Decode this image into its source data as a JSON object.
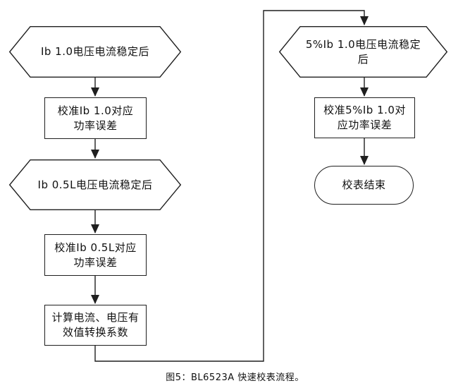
{
  "colors": {
    "line": "#1f1f1f",
    "background": "#ffffff",
    "text": "#111111"
  },
  "flowchart": {
    "nodes": {
      "ib10_ready": {
        "shape": "hexagon",
        "label": "Ib 1.0电压电流稳定后"
      },
      "cal_ib10": {
        "shape": "rect",
        "label": "校准Ib 1.0对应\n功率误差"
      },
      "ib05l_ready": {
        "shape": "hexagon",
        "label": "Ib 0.5L电压电流稳定后"
      },
      "cal_ib05l": {
        "shape": "rect",
        "label": "校准Ib 0.5L对应\n功率误差"
      },
      "calc_rms": {
        "shape": "rect",
        "label": "计算电流、电压有\n效值转换系数"
      },
      "ib5pct_ready": {
        "shape": "hexagon",
        "label": "5%Ib 1.0电压电流稳定\n后"
      },
      "cal_ib5pct": {
        "shape": "rect",
        "label": "校准5%Ib 1.0对\n应功率误差"
      },
      "end": {
        "shape": "stadium",
        "label": "校表结束"
      }
    },
    "edges": [
      {
        "from": "ib10_ready",
        "to": "cal_ib10"
      },
      {
        "from": "cal_ib10",
        "to": "ib05l_ready"
      },
      {
        "from": "ib05l_ready",
        "to": "cal_ib05l"
      },
      {
        "from": "cal_ib05l",
        "to": "calc_rms"
      },
      {
        "from": "calc_rms",
        "to": "ib5pct_ready"
      },
      {
        "from": "ib5pct_ready",
        "to": "cal_ib5pct"
      },
      {
        "from": "cal_ib5pct",
        "to": "end"
      }
    ]
  },
  "figure": {
    "caption": "图5：BL6523A 快速校表流程。"
  }
}
